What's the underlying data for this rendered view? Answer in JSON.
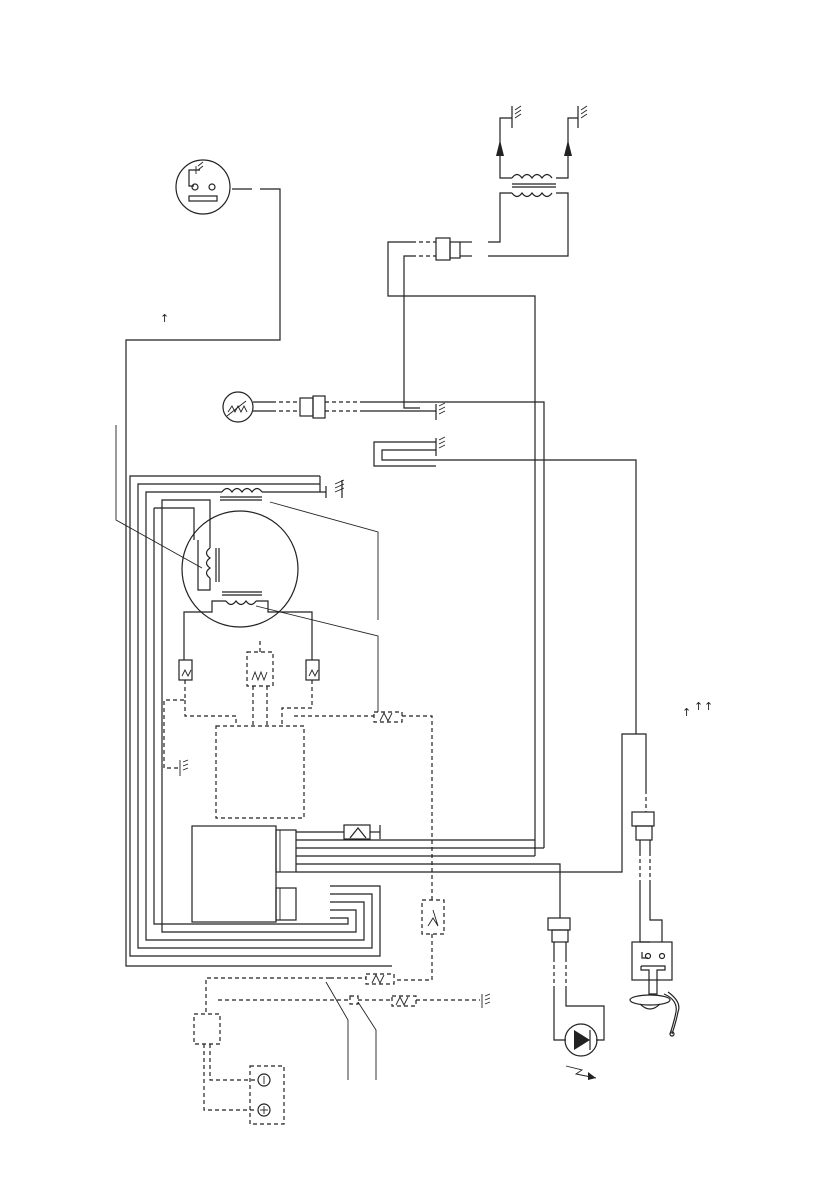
{
  "diagram": {
    "labels": {
      "arrow_top_left": "↑",
      "arrow_right_a": "↑",
      "arrow_right_b": "↑",
      "arrow_right_c": "↑"
    },
    "components": [
      "ground-socket",
      "transformer-top",
      "connector-top",
      "thermistor",
      "motor",
      "control-board",
      "fuse",
      "pump",
      "flame-sensor",
      "power-supply"
    ]
  }
}
